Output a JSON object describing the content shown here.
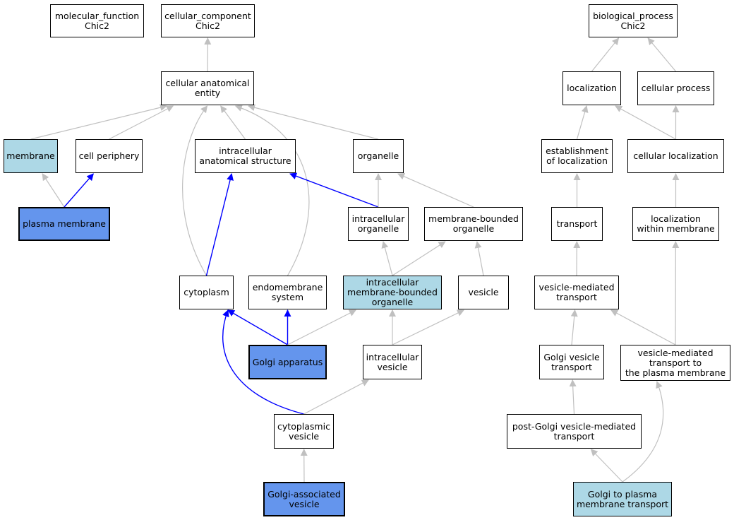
{
  "colors": {
    "edge_default": "#c0c0c0",
    "edge_highlight": "#0000ff",
    "node_plain": "#ffffff",
    "node_light": "#add8e6",
    "node_strong": "#6495ed"
  },
  "nodes": {
    "molecular_function": {
      "label": "molecular_function\nChic2",
      "style": "plain"
    },
    "cellular_component": {
      "label": "cellular_component\nChic2",
      "style": "plain"
    },
    "biological_process": {
      "label": "biological_process\nChic2",
      "style": "plain"
    },
    "cellular_anatomical_entity": {
      "label": "cellular anatomical\nentity",
      "style": "plain"
    },
    "localization": {
      "label": "localization",
      "style": "plain"
    },
    "cellular_process": {
      "label": "cellular process",
      "style": "plain"
    },
    "membrane": {
      "label": "membrane",
      "style": "light"
    },
    "cell_periphery": {
      "label": "cell periphery",
      "style": "plain"
    },
    "intracellular_anatomical_structure": {
      "label": "intracellular\nanatomical structure",
      "style": "plain"
    },
    "organelle": {
      "label": "organelle",
      "style": "plain"
    },
    "establishment_of_localization": {
      "label": "establishment\nof localization",
      "style": "plain"
    },
    "cellular_localization": {
      "label": "cellular localization",
      "style": "plain"
    },
    "plasma_membrane": {
      "label": "plasma membrane",
      "style": "strong"
    },
    "intracellular_organelle": {
      "label": "intracellular\norganelle",
      "style": "plain"
    },
    "membrane_bounded_organelle": {
      "label": "membrane-bounded\norganelle",
      "style": "plain"
    },
    "transport": {
      "label": "transport",
      "style": "plain"
    },
    "localization_within_membrane": {
      "label": "localization\nwithin membrane",
      "style": "plain"
    },
    "cytoplasm": {
      "label": "cytoplasm",
      "style": "plain"
    },
    "endomembrane_system": {
      "label": "endomembrane\nsystem",
      "style": "plain"
    },
    "intracellular_membrane_bounded_organelle": {
      "label": "intracellular\nmembrane-bounded\norganelle",
      "style": "light"
    },
    "vesicle": {
      "label": "vesicle",
      "style": "plain"
    },
    "vesicle_mediated_transport": {
      "label": "vesicle-mediated\ntransport",
      "style": "plain"
    },
    "golgi_apparatus": {
      "label": "Golgi apparatus",
      "style": "strong"
    },
    "intracellular_vesicle": {
      "label": "intracellular\nvesicle",
      "style": "plain"
    },
    "golgi_vesicle_transport": {
      "label": "Golgi vesicle\ntransport",
      "style": "plain"
    },
    "vesicle_mediated_transport_to_pm": {
      "label": "vesicle-mediated\ntransport to\nthe plasma membrane",
      "style": "plain"
    },
    "cytoplasmic_vesicle": {
      "label": "cytoplasmic\nvesicle",
      "style": "plain"
    },
    "post_golgi_vesicle_mediated_transport": {
      "label": "post-Golgi vesicle-mediated\ntransport",
      "style": "plain"
    },
    "golgi_associated_vesicle": {
      "label": "Golgi-associated\nvesicle",
      "style": "strong"
    },
    "golgi_to_pm_transport": {
      "label": "Golgi to plasma\nmembrane transport",
      "style": "light"
    }
  },
  "edges": [
    {
      "from": "cellular_anatomical_entity",
      "to": "cellular_component",
      "highlight": false
    },
    {
      "from": "membrane",
      "to": "cellular_anatomical_entity",
      "highlight": false
    },
    {
      "from": "cell_periphery",
      "to": "cellular_anatomical_entity",
      "highlight": false
    },
    {
      "from": "intracellular_anatomical_structure",
      "to": "cellular_anatomical_entity",
      "highlight": false
    },
    {
      "from": "organelle",
      "to": "cellular_anatomical_entity",
      "highlight": false
    },
    {
      "from": "cytoplasm",
      "to": "cellular_anatomical_entity",
      "highlight": false
    },
    {
      "from": "endomembrane_system",
      "to": "cellular_anatomical_entity",
      "highlight": false
    },
    {
      "from": "plasma_membrane",
      "to": "membrane",
      "highlight": false
    },
    {
      "from": "plasma_membrane",
      "to": "cell_periphery",
      "highlight": true
    },
    {
      "from": "intracellular_organelle",
      "to": "intracellular_anatomical_structure",
      "highlight": true
    },
    {
      "from": "intracellular_organelle",
      "to": "organelle",
      "highlight": false
    },
    {
      "from": "membrane_bounded_organelle",
      "to": "organelle",
      "highlight": false
    },
    {
      "from": "cytoplasm",
      "to": "intracellular_anatomical_structure",
      "highlight": true
    },
    {
      "from": "intracellular_membrane_bounded_organelle",
      "to": "intracellular_organelle",
      "highlight": false
    },
    {
      "from": "intracellular_membrane_bounded_organelle",
      "to": "membrane_bounded_organelle",
      "highlight": false
    },
    {
      "from": "vesicle",
      "to": "membrane_bounded_organelle",
      "highlight": false
    },
    {
      "from": "golgi_apparatus",
      "to": "cytoplasm",
      "highlight": true
    },
    {
      "from": "golgi_apparatus",
      "to": "endomembrane_system",
      "highlight": true
    },
    {
      "from": "golgi_apparatus",
      "to": "intracellular_membrane_bounded_organelle",
      "highlight": false
    },
    {
      "from": "intracellular_vesicle",
      "to": "intracellular_membrane_bounded_organelle",
      "highlight": false
    },
    {
      "from": "intracellular_vesicle",
      "to": "vesicle",
      "highlight": false
    },
    {
      "from": "cytoplasmic_vesicle",
      "to": "cytoplasm",
      "highlight": true
    },
    {
      "from": "cytoplasmic_vesicle",
      "to": "intracellular_vesicle",
      "highlight": false
    },
    {
      "from": "golgi_associated_vesicle",
      "to": "cytoplasmic_vesicle",
      "highlight": false
    },
    {
      "from": "localization",
      "to": "biological_process",
      "highlight": false
    },
    {
      "from": "cellular_process",
      "to": "biological_process",
      "highlight": false
    },
    {
      "from": "establishment_of_localization",
      "to": "localization",
      "highlight": false
    },
    {
      "from": "cellular_localization",
      "to": "localization",
      "highlight": false
    },
    {
      "from": "cellular_localization",
      "to": "cellular_process",
      "highlight": false
    },
    {
      "from": "transport",
      "to": "establishment_of_localization",
      "highlight": false
    },
    {
      "from": "localization_within_membrane",
      "to": "cellular_localization",
      "highlight": false
    },
    {
      "from": "vesicle_mediated_transport",
      "to": "transport",
      "highlight": false
    },
    {
      "from": "golgi_vesicle_transport",
      "to": "vesicle_mediated_transport",
      "highlight": false
    },
    {
      "from": "vesicle_mediated_transport_to_pm",
      "to": "vesicle_mediated_transport",
      "highlight": false
    },
    {
      "from": "vesicle_mediated_transport_to_pm",
      "to": "localization_within_membrane",
      "highlight": false
    },
    {
      "from": "post_golgi_vesicle_mediated_transport",
      "to": "golgi_vesicle_transport",
      "highlight": false
    },
    {
      "from": "golgi_to_pm_transport",
      "to": "post_golgi_vesicle_mediated_transport",
      "highlight": false
    },
    {
      "from": "golgi_to_pm_transport",
      "to": "vesicle_mediated_transport_to_pm",
      "highlight": false
    }
  ]
}
